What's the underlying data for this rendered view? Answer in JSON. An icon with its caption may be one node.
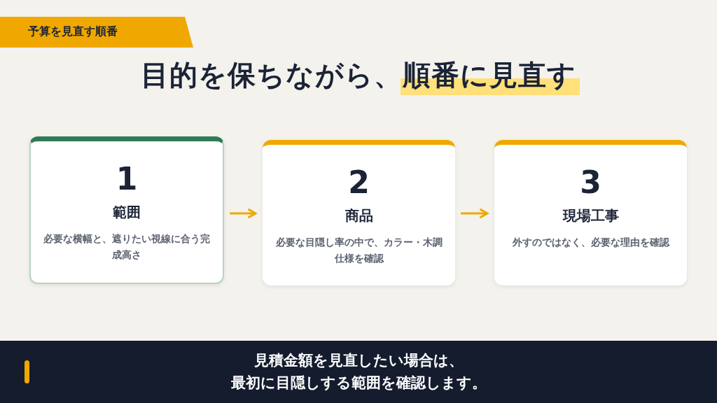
{
  "diagram": {
    "title": "目的を保ちながら、順番に見直す",
    "caption": "見積金額を見直したい場合は、最初に目隠しする範囲を確認します。",
    "nodes": [
      {
        "text": [
          "1",
          "範囲",
          "必要な横幅と、遮りたい視線に合う完成高さ"
        ]
      },
      {
        "text": [
          "2",
          "商品",
          "必要な目隠し率の中で、カラー・木調仕様を確認"
        ]
      },
      {
        "text": [
          "3",
          "現場工事",
          "外すのではなく、必要な理由を確認"
        ]
      }
    ],
    "edges": [
      {
        "from": 0,
        "to": 1,
        "arrow": "to"
      },
      {
        "from": 1,
        "to": 2,
        "arrow": "to"
      }
    ],
    "labels": [
      "予算を見直す順番"
    ]
  }
}
